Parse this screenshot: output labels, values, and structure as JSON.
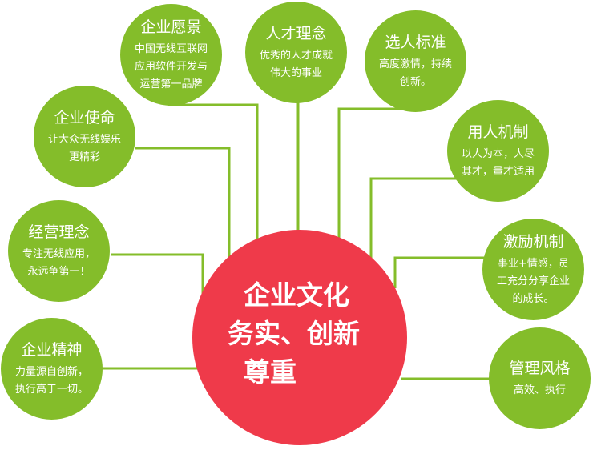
{
  "center": {
    "lines": [
      "企业文化",
      "务实、创新",
      "尊重"
    ]
  },
  "nodes": [
    {
      "title": "企业愿景",
      "desc": [
        "中国无线互联网",
        "应用软件开发与",
        "运营第一品牌"
      ]
    },
    {
      "title": "人才理念",
      "desc": [
        "优秀的人才成就",
        "伟大的事业"
      ]
    },
    {
      "title": "选人标准",
      "desc": [
        "高度激情，持续",
        "创新。"
      ]
    },
    {
      "title": "企业使命",
      "desc": [
        "让大众无线娱乐",
        "更精彩"
      ]
    },
    {
      "title": "用人机制",
      "desc": [
        "以人为本，人尽",
        "其才，量才适用"
      ]
    },
    {
      "title": "经营理念",
      "desc": [
        "专注无线应用，",
        "永远争第一！"
      ]
    },
    {
      "title": "激励机制",
      "desc": [
        "事业+情感，员",
        "工充分分享企业",
        "的成长。"
      ]
    },
    {
      "title": "企业精神",
      "desc": [
        "力量源自创新，",
        "执行高于一切。"
      ]
    },
    {
      "title": "管理风格",
      "desc": [
        "高效、执行"
      ]
    }
  ],
  "colors": {
    "green": "#84bd2a",
    "red": "#ef3a4a"
  }
}
